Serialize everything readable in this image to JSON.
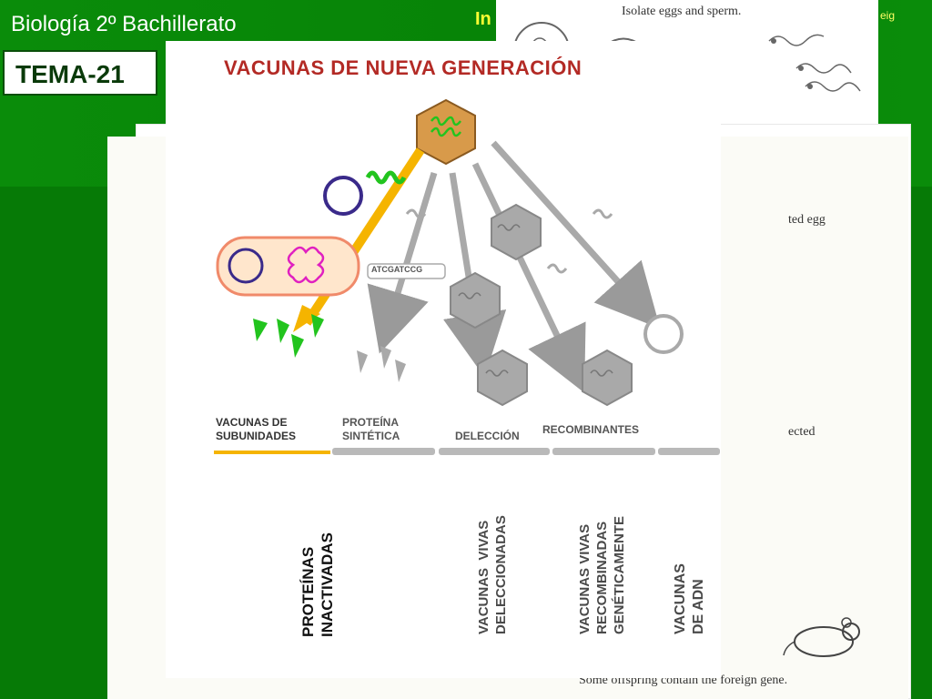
{
  "header": {
    "course_title": "Biología 2º Bachillerato",
    "topic_badge": "TEMA-21",
    "partial_heading": "In",
    "partial_corner": "eig"
  },
  "background_figure": {
    "top_caption": "Isolate eggs and sperm.",
    "label_1": "ted egg",
    "label_2": "ected",
    "bottom_caption": "Some offspring contain the foreign gene."
  },
  "diagram": {
    "title": "VACUNAS DE NUEVA GENERACIÓN",
    "dna_sequence": "ATCGATCCG",
    "categories": [
      {
        "line1": "VACUNAS DE",
        "line2": "SUBUNIDADES"
      },
      {
        "line1": "PROTEÍNA",
        "line2": "SINTÉTICA"
      },
      {
        "line1": "DELECCIÓN",
        "line2": ""
      },
      {
        "line1": "RECOMBINANTES",
        "line2": ""
      }
    ],
    "vertical_labels": [
      "PROTEÍNAS\nINACTIVADAS",
      "VACUNAS  VIVAS\nDELECCIONADAS",
      "VACUNAS VIVAS\nRECOMBINADAS\nGENÉTICAMENTE",
      "VACUNAS\nDE ADN"
    ]
  },
  "colors": {
    "background_green": "#078407",
    "title_red": "#b32a25",
    "arrow_yellow": "#f5b400",
    "antigen_green": "#22c41e",
    "gray_virus": "#a9a9a9"
  }
}
